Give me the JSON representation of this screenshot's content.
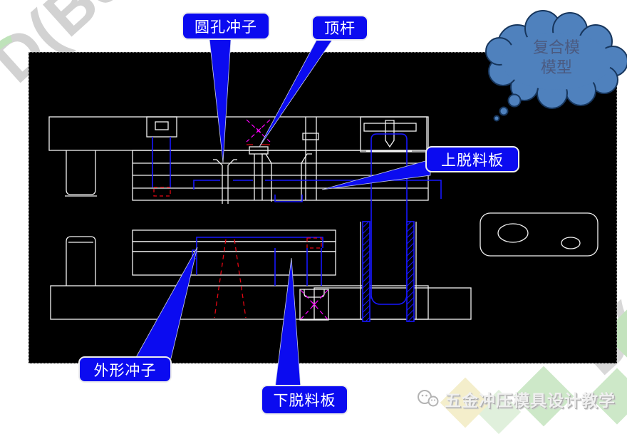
{
  "callouts": {
    "round_hole_punch": "圆孔冲子",
    "ejector_rod": "顶杆",
    "upper_stripper_plate": "上脱料板",
    "profile_punch": "外形冲子",
    "lower_stripper_plate": "下脱料板"
  },
  "thought_cloud": {
    "line1": "复合模",
    "line2": "模型"
  },
  "brand": {
    "icon": "wechat-icon",
    "text": "五金冲压模具设计教学"
  },
  "background_watermarks": {
    "top_left_letters": "D(BJ",
    "bottom_right_letters": "D(B"
  },
  "colors": {
    "callout_blue": "#0b0bf0",
    "cloud_fill": "#4f81bd",
    "cloud_outline": "#17365d",
    "cloud_text": "#4b5a80",
    "cad_line_white": "#f2f2f2",
    "cad_highlight_blue": "#1717ff",
    "cad_hidden_red": "#e30613",
    "cad_spring_magenta": "#ff00ff",
    "canvas_black": "#000000"
  }
}
